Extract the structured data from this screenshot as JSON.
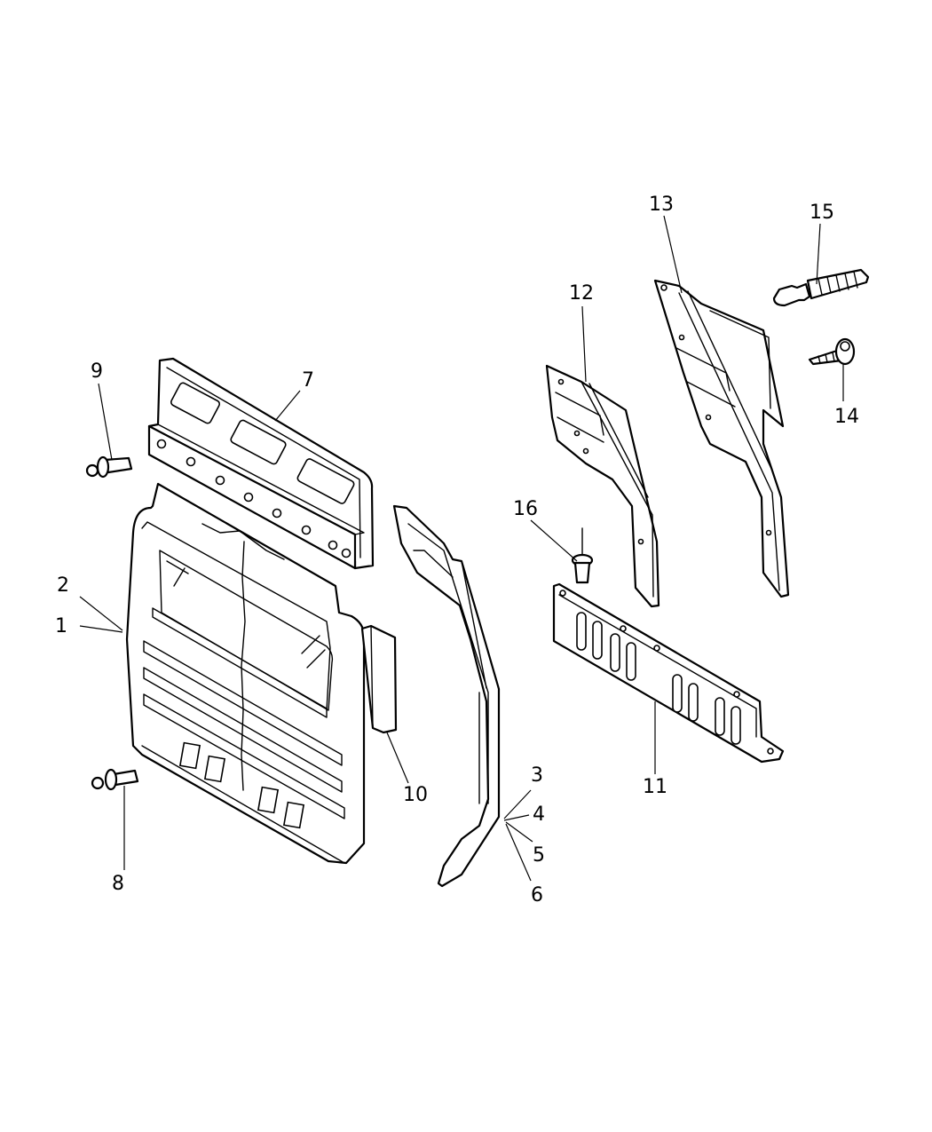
{
  "colors": {
    "line": "#000000",
    "background": "#ffffff"
  },
  "callouts": {
    "c1": "1",
    "c2": "2",
    "c3": "3",
    "c4": "4",
    "c5": "5",
    "c6": "6",
    "c7": "7",
    "c8": "8",
    "c9": "9",
    "c10": "10",
    "c11": "11",
    "c12": "12",
    "c13": "13",
    "c14": "14",
    "c15": "15",
    "c16": "16"
  }
}
